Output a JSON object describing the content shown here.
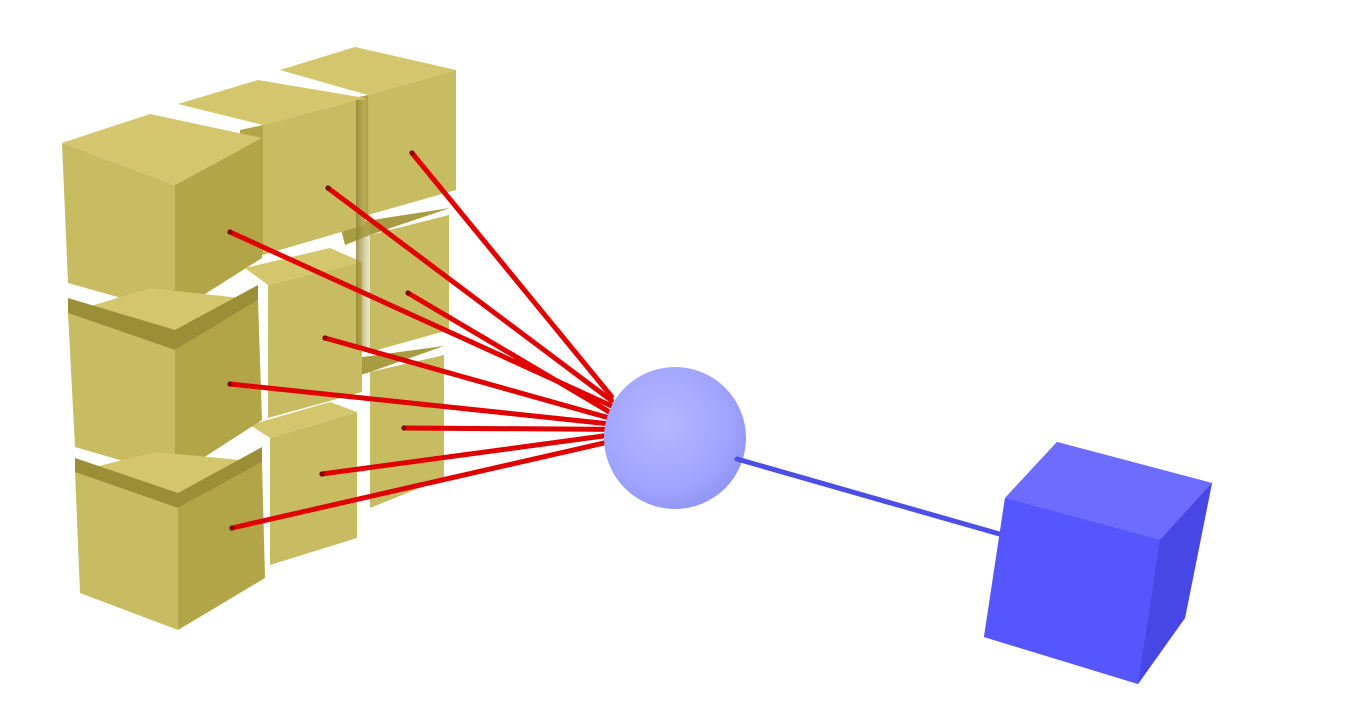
{
  "scene": {
    "background": "#ffffff",
    "grid": {
      "rows": 3,
      "cols": 3,
      "description_colors": {
        "front": "#c8bc63",
        "top": "#d3c66c",
        "side": "#b2a548",
        "shadow": "#9e9239"
      }
    },
    "connections": {
      "color": "#e00000",
      "count": 9
    },
    "hub": {
      "color": "#a1a4ff",
      "highlight": "#b3b6ff",
      "shade": "#8d90f0"
    },
    "link": {
      "color": "#4b4fe6"
    },
    "target": {
      "front": "#5656ff",
      "top": "#6c6cff",
      "side": "#4747e6"
    }
  }
}
